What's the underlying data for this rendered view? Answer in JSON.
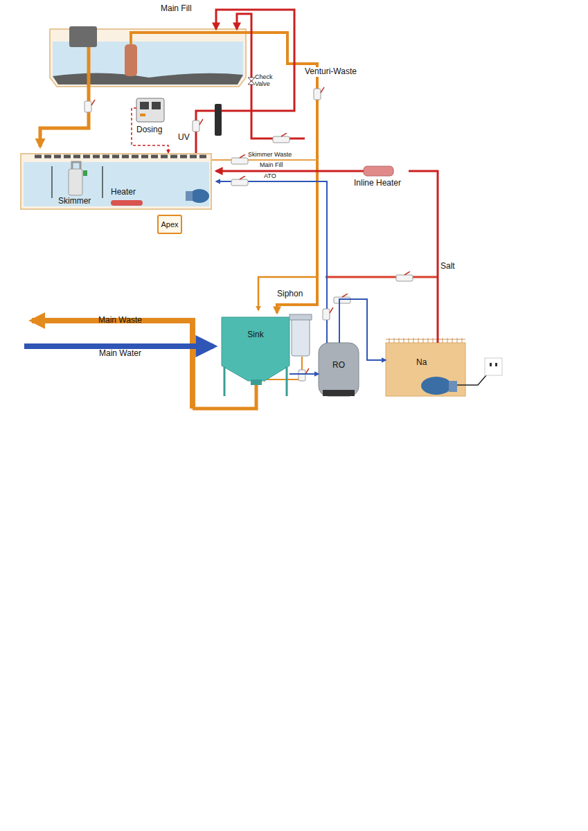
{
  "diagram": {
    "nodes": [
      {
        "text": [
          "Dosing"
        ]
      },
      {
        "text": [
          "Skimmer"
        ]
      },
      {
        "text": [
          "Heater"
        ]
      },
      {
        "text": [
          "Apex"
        ]
      },
      {
        "text": [
          "Inline Heater"
        ]
      },
      {
        "text": [
          "Sink"
        ]
      },
      {
        "text": [
          "RO"
        ]
      },
      {
        "text": [
          "Na"
        ]
      }
    ],
    "edges": [
      {
        "from": 7,
        "to": 4,
        "arrow": "none"
      },
      {
        "from": 5,
        "to": 6,
        "arrow": "to"
      },
      {
        "from": 6,
        "to": 7,
        "arrow": "to"
      }
    ],
    "labels": [
      "Main Fill",
      "Check Valve",
      "Venturi-Waste",
      "UV",
      "Skimmer Waste",
      "Main Fill",
      "ATO",
      "Salt",
      "Siphon",
      "Main Waste",
      "Main Water"
    ]
  }
}
